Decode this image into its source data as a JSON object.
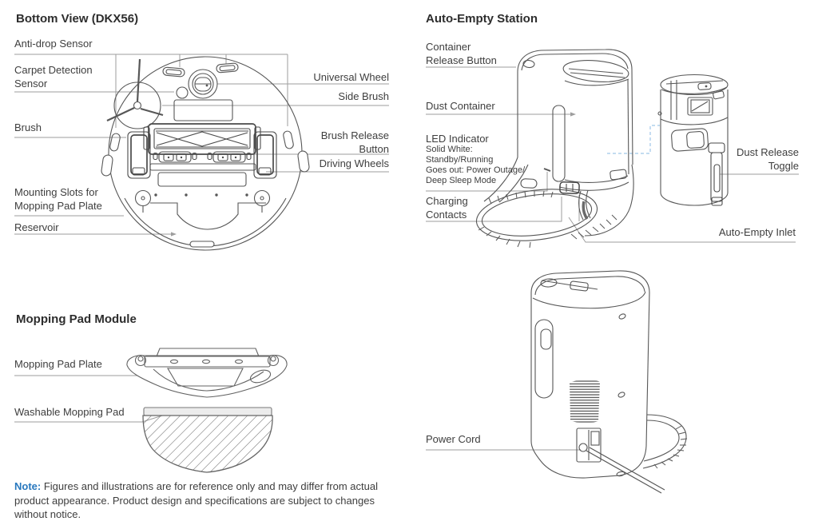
{
  "palette": {
    "text": "#3e3e3e",
    "heading": "#2d2d2d",
    "note_blue": "#2878be",
    "leader_gray": "#9e9e9e",
    "line_gray": "#575757",
    "dashed_blue": "#9fc6e8"
  },
  "bottom_view": {
    "title": "Bottom View (DKX56)",
    "labels": {
      "anti_drop_sensor": "Anti-drop Sensor",
      "carpet_detection_sensor": "Carpet Detection Sensor",
      "brush": "Brush",
      "mounting_slots": "Mounting Slots for Mopping Pad Plate",
      "reservoir": "Reservoir",
      "universal_wheel": "Universal Wheel",
      "side_brush": "Side Brush",
      "brush_release_button": "Brush Release Button",
      "driving_wheels": "Driving Wheels"
    }
  },
  "mopping_pad_module": {
    "title": "Mopping Pad Module",
    "labels": {
      "mopping_pad_plate": "Mopping Pad Plate",
      "washable_mopping_pad": "Washable Mopping Pad"
    }
  },
  "auto_empty_station": {
    "title": "Auto-Empty Station",
    "labels": {
      "container_release_button": "Container Release Button",
      "dust_container": "Dust Container",
      "led_indicator": "LED Indicator",
      "charging_contacts": "Charging Contacts",
      "dust_release_toggle": "Dust Release Toggle",
      "auto_empty_inlet": "Auto-Empty Inlet",
      "power_cord": "Power Cord"
    },
    "led_details": [
      "Solid White:",
      "Standby/Running",
      "Goes out: Power Outage/",
      "Deep Sleep Mode"
    ]
  },
  "note": {
    "label": "Note:",
    "text": "Figures and illustrations are for reference only and may differ from actual product appearance. Product design and specifications are subject to changes without notice."
  }
}
